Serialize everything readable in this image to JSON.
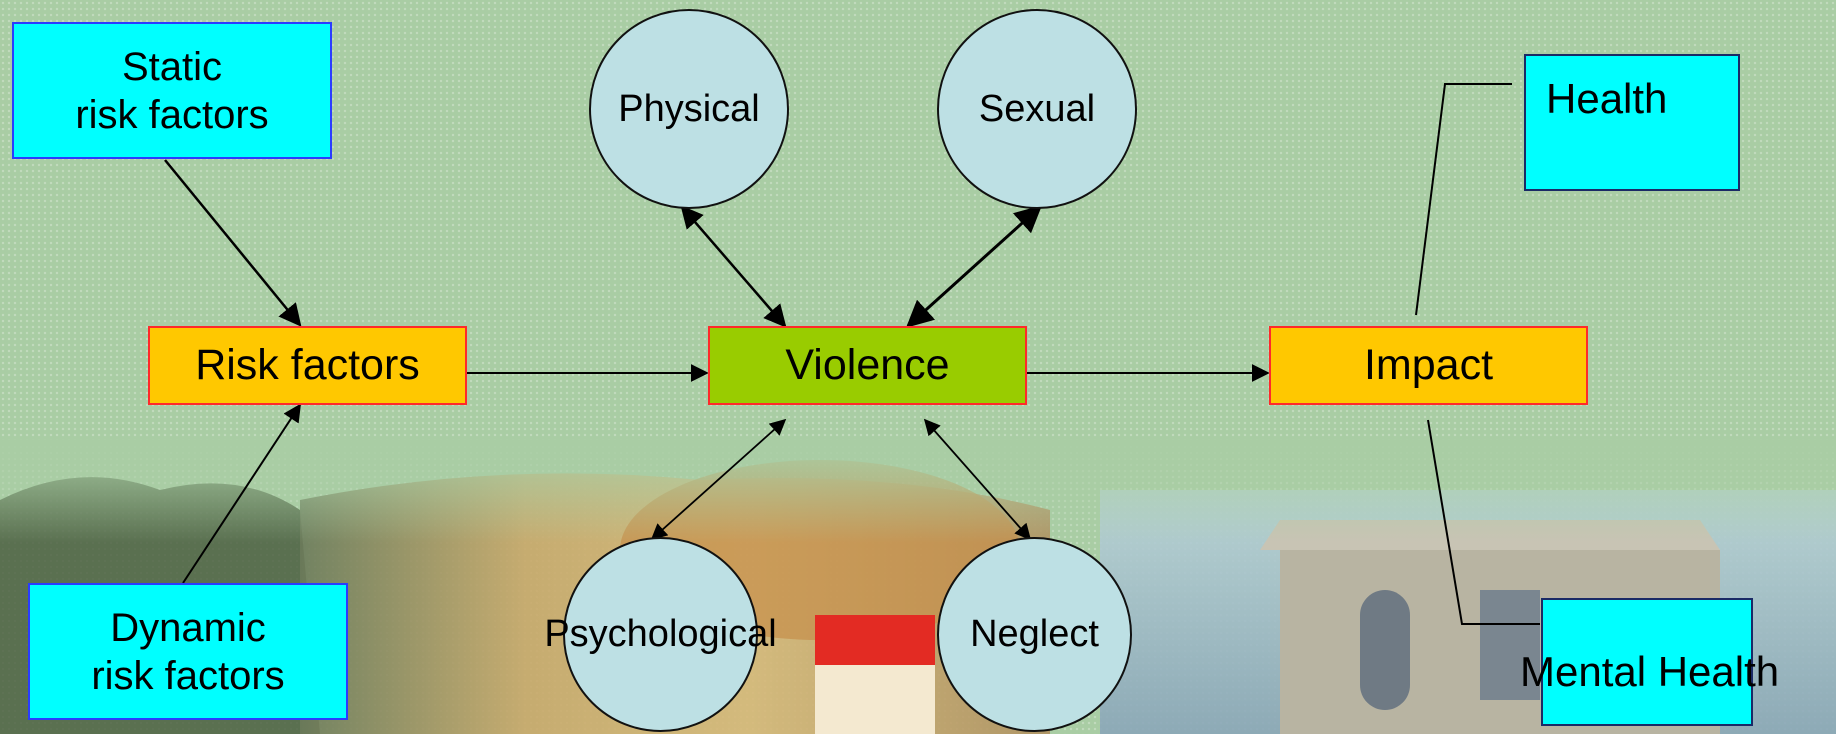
{
  "nodes": {
    "static_risk": {
      "line1": "Static",
      "line2": "risk factors"
    },
    "dynamic_risk": {
      "line1": "Dynamic",
      "line2": "risk factors"
    },
    "risk_factors": "Risk factors",
    "violence": "Violence",
    "impact": "Impact",
    "health": "Health",
    "mental_health": "Mental Health",
    "physical": "Physical",
    "sexual": "Sexual",
    "psychological": "Psychological",
    "neglect": "Neglect"
  },
  "colors": {
    "background": "#a9cda4",
    "cyan_box": "#00ffff",
    "orange_box": "#ffc800",
    "green_box": "#99cc00",
    "circle_fill": "#bde0e4",
    "box_border_red": "#ff2a2a"
  }
}
